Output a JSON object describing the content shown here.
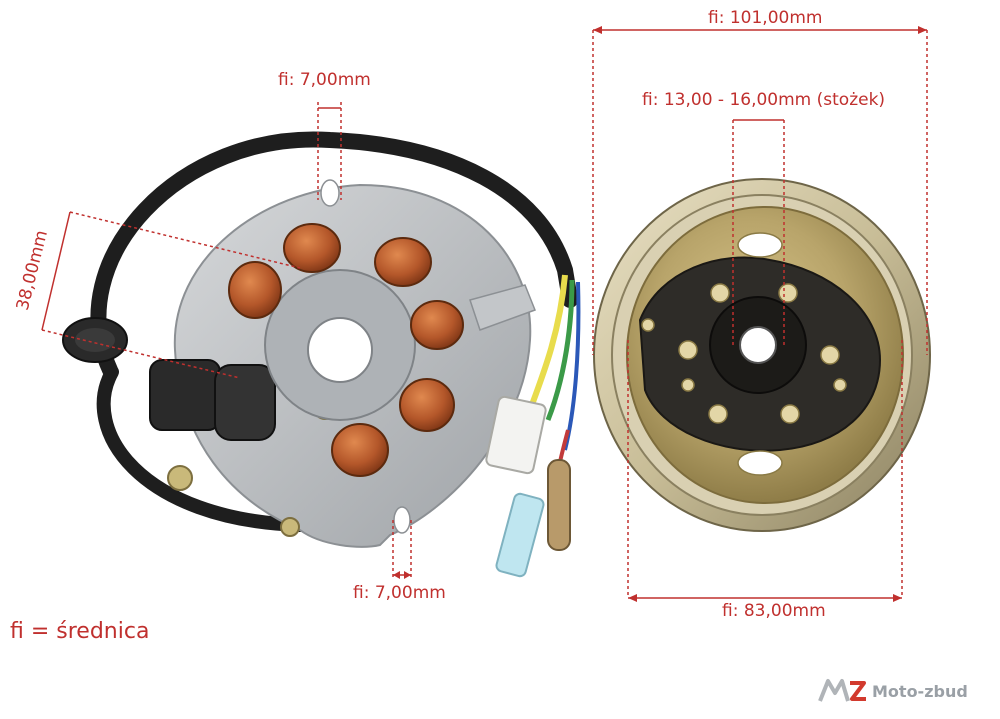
{
  "dimensions": {
    "stator_hole_top": "fi: 7,00mm",
    "stator_hole_bottom": "fi: 7,00mm",
    "stator_height": "38,00mm",
    "rotor_outer": "fi: 101,00mm",
    "rotor_cone": "fi: 13,00 - 16,00mm (stożek)",
    "rotor_inner": "fi: 83,00mm"
  },
  "legend": "fi = średnica",
  "brand": {
    "mark": "MZ",
    "name": "Moto-zbud"
  },
  "colors": {
    "dimension": "#c0302e",
    "copper": "#b4572a",
    "plate": "#b8bbbe",
    "rotor_gold": "#b8a46a",
    "rotor_dark": "#2e2c28",
    "cable": "#1e1e1e"
  }
}
